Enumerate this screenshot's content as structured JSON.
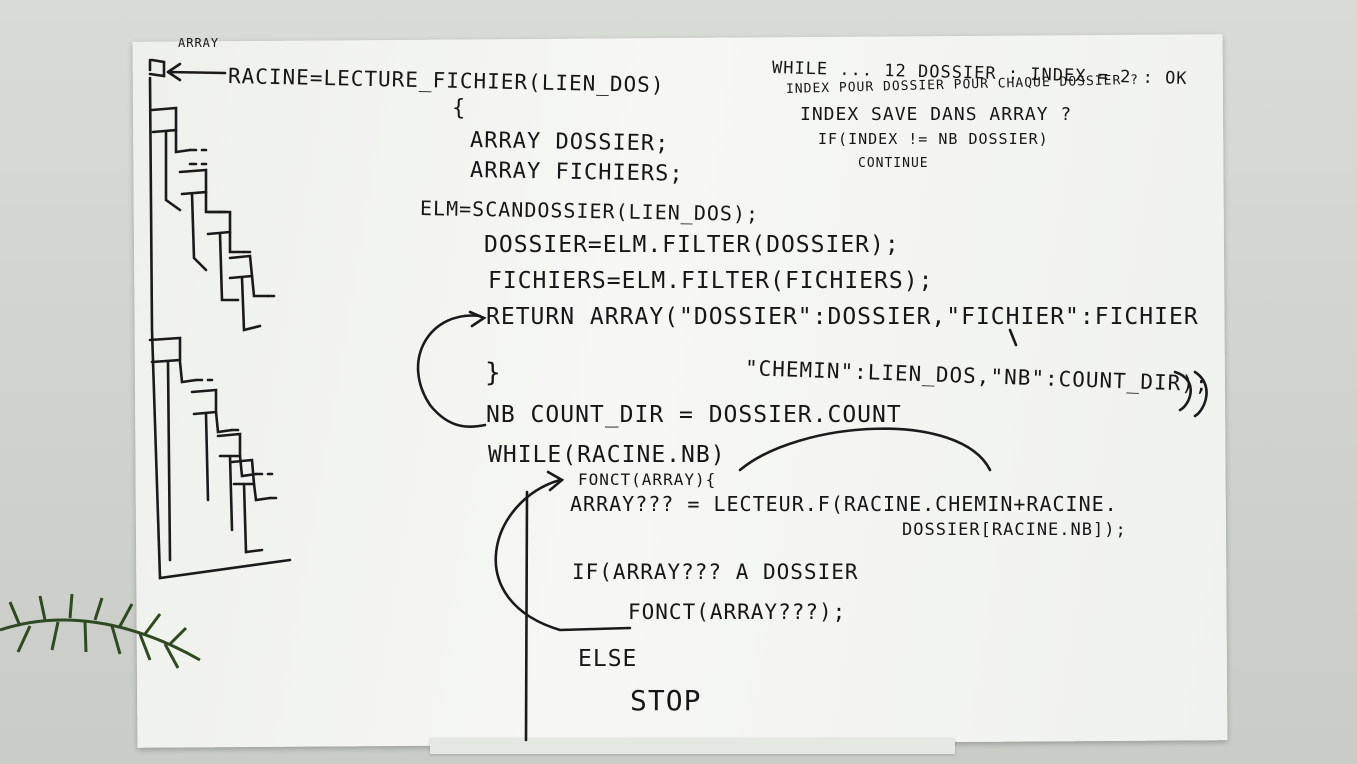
{
  "whiteboard": {
    "ink_color": "#161616",
    "tree_label": "ARRAY",
    "lines": {
      "l1": "RACINE=LECTURE_FICHIER(LIEN_DOS)",
      "l2": "{",
      "l3": "ARRAY DOSSIER;",
      "l4": "ARRAY FICHIERS;",
      "l5": "ELM=SCANDOSSIER(LIEN_DOS);",
      "l6": "DOSSIER=ELM.FILTER(DOSSIER);",
      "l7": "FICHIERS=ELM.FILTER(FICHIERS);",
      "l8": "RETURN ARRAY(\"DOSSIER\":DOSSIER,\"FICHIER\":FICHIER",
      "l9": "\"CHEMIN\":LIEN_DOS,\"NB\":COUNT_DIR);",
      "l10": "}",
      "l11": "NB COUNT_DIR = DOSSIER.COUNT",
      "l12": "WHILE(RACINE.NB)",
      "l13": "FONCT(ARRAY){",
      "l14": "ARRAY??? = LECTEUR.F(RACINE.CHEMIN+RACINE.",
      "l15": "DOSSIER[RACINE.NB]);",
      "l16": "IF(ARRAY??? A DOSSIER",
      "l17": "FONCT(ARRAY???);",
      "l18": "ELSE",
      "l19": "STOP",
      "n1": "WHILE ... 12 DOSSIER : INDEX = 2 : OK",
      "n2": "INDEX POUR DOSSIER POUR CHAQUE DOSSIER ?",
      "n3": "INDEX SAVE DANS ARRAY ?",
      "n4": "IF(INDEX != NB DOSSIER)",
      "n5": "CONTINUE"
    }
  }
}
